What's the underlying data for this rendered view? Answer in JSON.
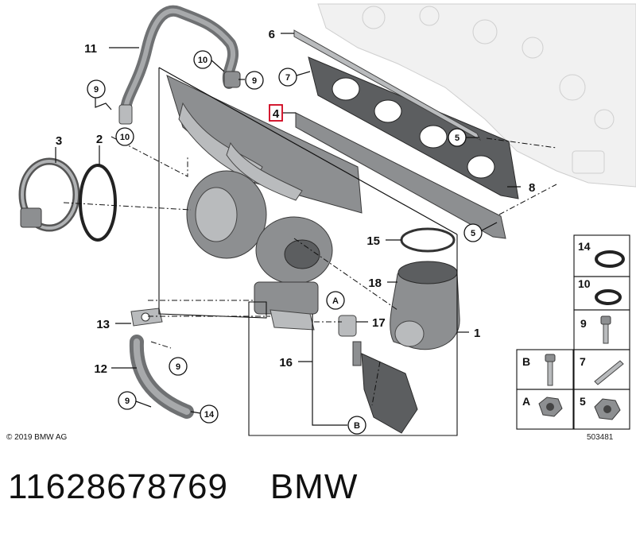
{
  "callouts": {
    "c1": "1",
    "c2": "2",
    "c3": "3",
    "c4": "4",
    "c5a": "5",
    "c5b": "5",
    "c6": "6",
    "c7": "7",
    "c8": "8",
    "c9a": "9",
    "c9b": "9",
    "c9c": "9",
    "c9d": "9",
    "c10a": "10",
    "c10b": "10",
    "c11": "11",
    "c12": "12",
    "c13": "13",
    "c14": "14",
    "c15": "15",
    "c16": "16",
    "c17": "17",
    "c18": "18",
    "cA": "A",
    "cB": "B"
  },
  "legend": {
    "i14": "14",
    "i10": "10",
    "i9": "9",
    "iB": "B",
    "i7": "7",
    "iA": "A",
    "i5": "5"
  },
  "copyright": "© 2019 BMW AG",
  "diagram_number": "503481",
  "part_number": "11628678769",
  "brand": "BMW",
  "colors": {
    "highlight": "#d0021b",
    "ink": "#111111",
    "part": "#8d8f91"
  }
}
